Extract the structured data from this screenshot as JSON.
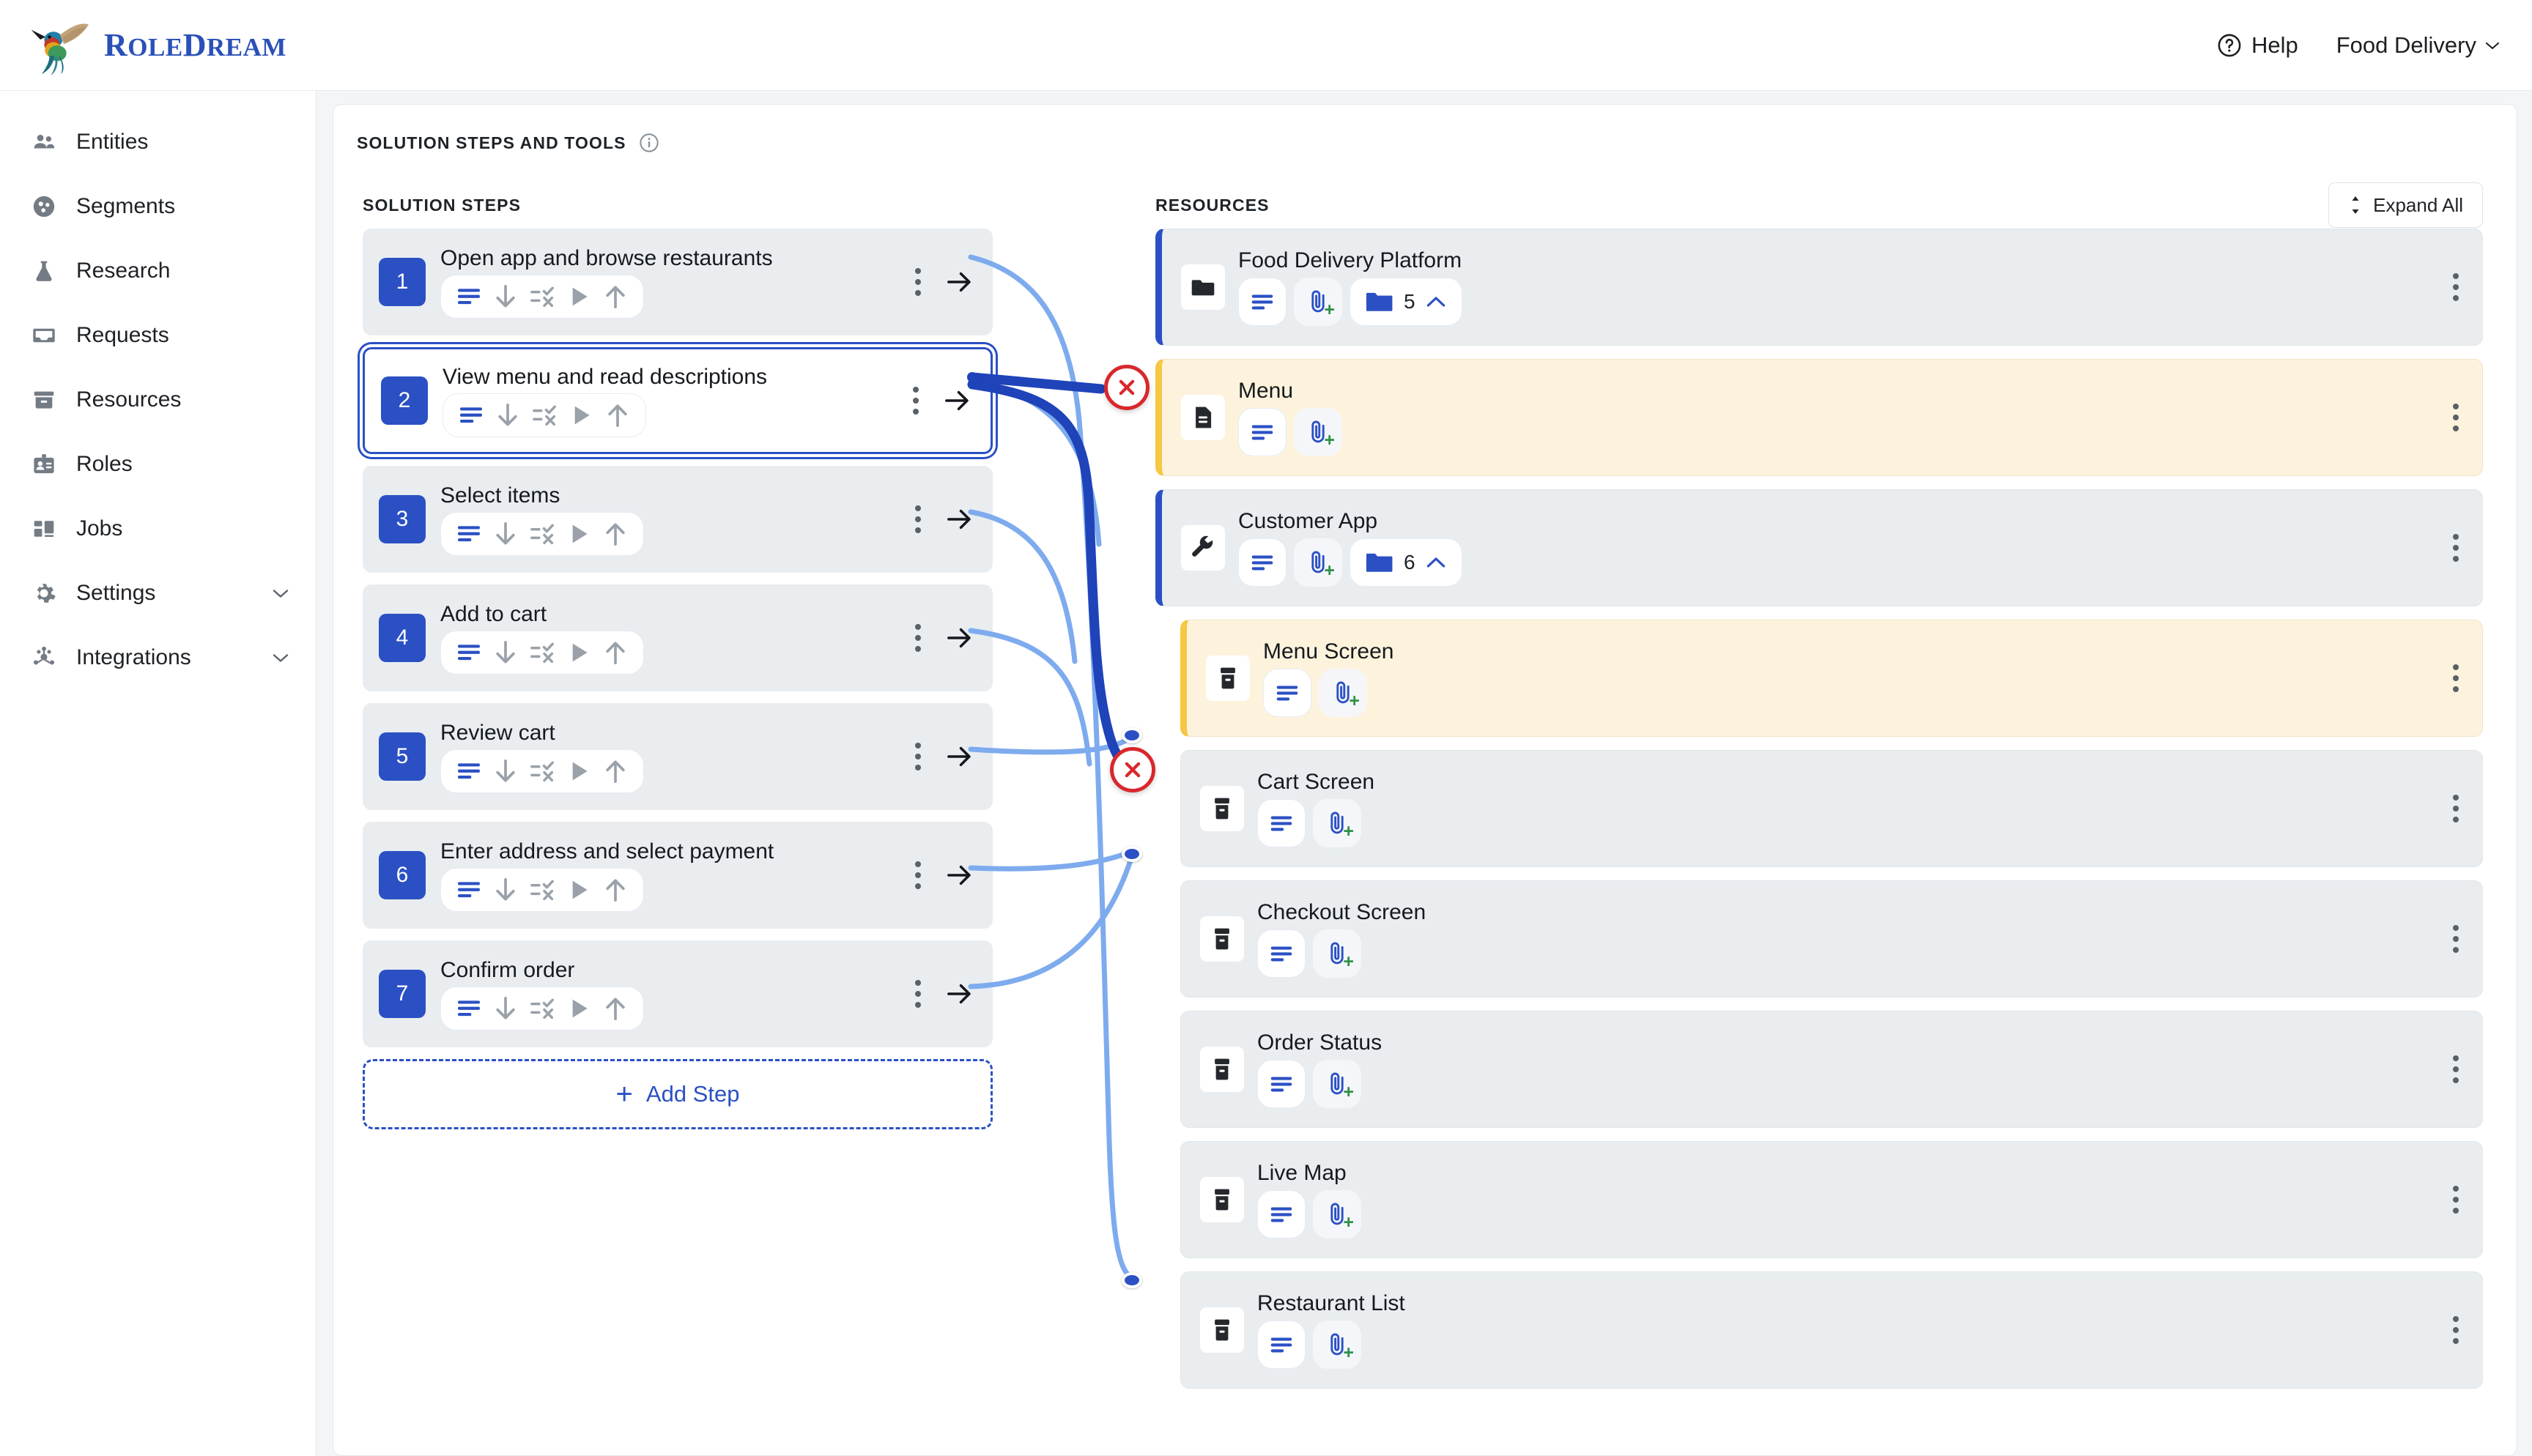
{
  "brand": {
    "name_a": "R",
    "name_b": "OLE",
    "name_c": "D",
    "name_d": "REAM",
    "full": "RoleDream"
  },
  "topbar": {
    "help_label": "Help",
    "project_label": "Food Delivery",
    "help_icon": "question-circle-icon",
    "chevron_icon": "chevron-down-icon"
  },
  "sidebar": {
    "items": [
      {
        "label": "Entities",
        "icon": "people-icon",
        "expandable": false
      },
      {
        "label": "Segments",
        "icon": "segments-icon",
        "expandable": false
      },
      {
        "label": "Research",
        "icon": "flask-icon",
        "expandable": false
      },
      {
        "label": "Requests",
        "icon": "inbox-icon",
        "expandable": false
      },
      {
        "label": "Resources",
        "icon": "archive-icon",
        "expandable": false
      },
      {
        "label": "Roles",
        "icon": "badge-icon",
        "expandable": false
      },
      {
        "label": "Jobs",
        "icon": "dashboard-icon",
        "expandable": false
      },
      {
        "label": "Settings",
        "icon": "gear-icon",
        "expandable": true
      },
      {
        "label": "Integrations",
        "icon": "integrations-icon",
        "expandable": true
      }
    ]
  },
  "panel": {
    "title": "SOLUTION STEPS AND TOOLS",
    "info_icon": "info-icon"
  },
  "steps_panel": {
    "heading": "SOLUTION STEPS",
    "add_step_label": "Add Step",
    "add_step_icon": "plus-icon",
    "tool_icons": [
      "notes-icon",
      "arrow-down-icon",
      "checklist-icon",
      "play-icon",
      "arrow-up-icon"
    ],
    "menu_icon": "three-dots-vertical-icon",
    "open_icon": "arrow-right-icon",
    "items": [
      {
        "number": "1",
        "title": "Open app and browse restaurants",
        "selected": false
      },
      {
        "number": "2",
        "title": "View menu and read descriptions",
        "selected": true
      },
      {
        "number": "3",
        "title": "Select items",
        "selected": false
      },
      {
        "number": "4",
        "title": "Add to cart",
        "selected": false
      },
      {
        "number": "5",
        "title": "Review cart",
        "selected": false
      },
      {
        "number": "6",
        "title": "Enter address and select payment",
        "selected": false
      },
      {
        "number": "7",
        "title": "Confirm order",
        "selected": false
      }
    ]
  },
  "resources_panel": {
    "heading": "RESOURCES",
    "expand_all_label": "Expand All",
    "expand_all_icon": "up-down-arrows-icon",
    "menu_icon": "three-dots-vertical-icon",
    "notes_icon": "notes-icon",
    "attach_icon": "paperclip-plus-icon",
    "folder_icon": "folder-icon",
    "collapse_icon": "chevron-up-icon",
    "items": [
      {
        "title": "Food Delivery Platform",
        "icon": "folder-solid-icon",
        "level": 1,
        "accent": "blue",
        "highlight": false,
        "folder_count": "5",
        "has_folder": true
      },
      {
        "title": "Menu",
        "icon": "document-icon",
        "level": 1,
        "accent": "yellow",
        "highlight": true,
        "folder_count": "",
        "has_folder": false
      },
      {
        "title": "Customer App",
        "icon": "wrench-icon",
        "level": 1,
        "accent": "blue",
        "highlight": false,
        "folder_count": "6",
        "has_folder": true
      },
      {
        "title": "Menu Screen",
        "icon": "screen-box-icon",
        "level": 2,
        "accent": "yellow",
        "highlight": true,
        "folder_count": "",
        "has_folder": false
      },
      {
        "title": "Cart Screen",
        "icon": "screen-box-icon",
        "level": 2,
        "accent": "none",
        "highlight": false,
        "folder_count": "",
        "has_folder": false
      },
      {
        "title": "Checkout Screen",
        "icon": "screen-box-icon",
        "level": 2,
        "accent": "none",
        "highlight": false,
        "folder_count": "",
        "has_folder": false
      },
      {
        "title": "Order Status",
        "icon": "screen-box-icon",
        "level": 2,
        "accent": "none",
        "highlight": false,
        "folder_count": "",
        "has_folder": false
      },
      {
        "title": "Live Map",
        "icon": "screen-box-icon",
        "level": 2,
        "accent": "none",
        "highlight": false,
        "folder_count": "",
        "has_folder": false
      },
      {
        "title": "Restaurant List",
        "icon": "screen-box-icon",
        "level": 2,
        "accent": "none",
        "highlight": false,
        "folder_count": "",
        "has_folder": false
      }
    ]
  },
  "connections": {
    "remove_icon": "circle-x-icon",
    "active_color": "#1f43b8",
    "idle_color": "#7eabee"
  }
}
